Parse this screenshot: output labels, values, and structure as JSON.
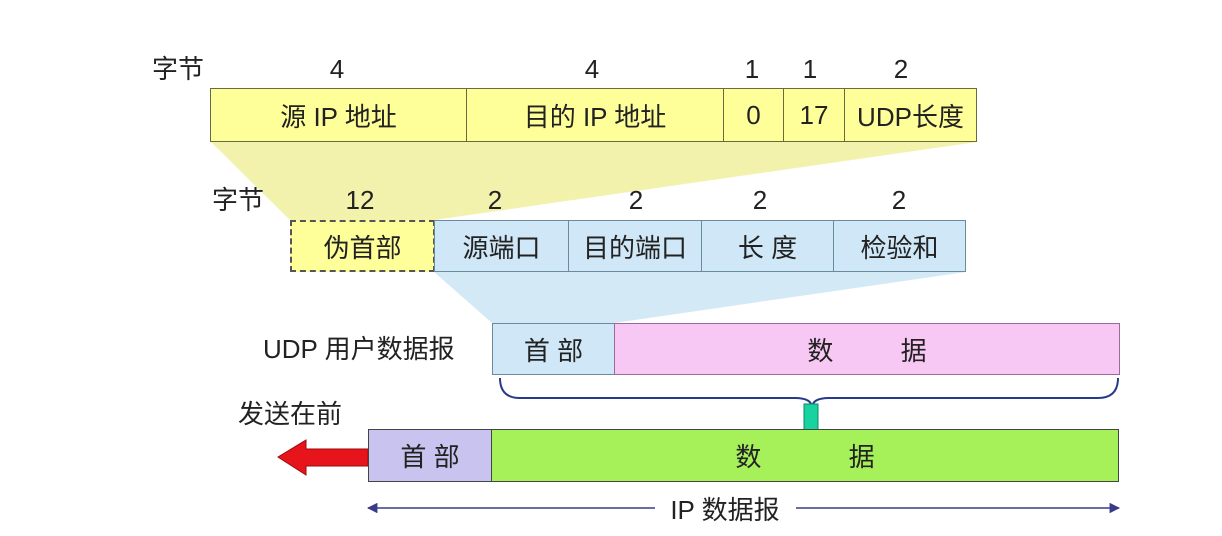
{
  "colors": {
    "ip_pseudo_fill": "#ffff99",
    "udp_header_fill": "#cfe7f7",
    "udp_data_fill": "#f8c8f4",
    "ip_header_fill": "#c8c4ef",
    "ip_data_fill": "#a6f05a",
    "arrow_red": "#e8141c",
    "arrow_green": "#18d2a0"
  },
  "pseudo_header": {
    "bytes_label": "字节",
    "byte_counts": [
      "4",
      "4",
      "1",
      "1",
      "2"
    ],
    "fields": [
      "源 IP 地址",
      "目的 IP 地址",
      "0",
      "17",
      "UDP长度"
    ]
  },
  "udp_header": {
    "bytes_label": "字节",
    "byte_counts": [
      "12",
      "2",
      "2",
      "2",
      "2"
    ],
    "pseudo_label": "伪首部",
    "fields": [
      "源端口",
      "目的端口",
      "长 度",
      "检验和"
    ]
  },
  "udp_datagram": {
    "label": "UDP 用户数据报",
    "header": "首 部",
    "data": "数 据"
  },
  "ip_datagram": {
    "send_first": "发送在前",
    "header": "首 部",
    "data": "数 据",
    "label": "IP 数据报"
  }
}
